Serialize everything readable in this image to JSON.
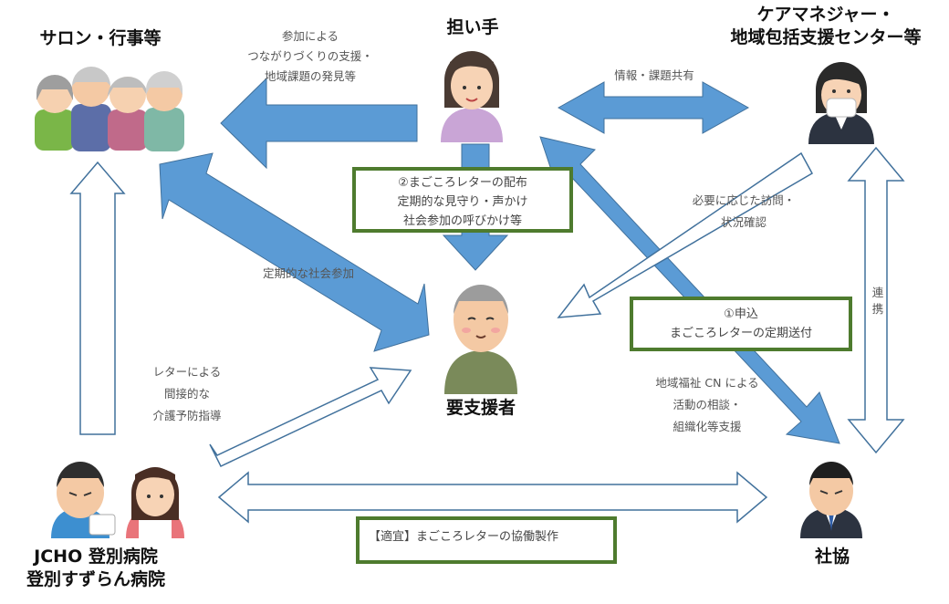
{
  "nodes": {
    "salon": "サロン・行事等",
    "bearer": "担い手",
    "care_line1": "ケアマネジャー・",
    "care_line2": "地域包括支援センター等",
    "recipient": "要支援者",
    "hospital_line1": "JCHO 登別病院",
    "hospital_line2": "登別すずらん病院",
    "council": "社協"
  },
  "notes": {
    "participation": [
      "参加による",
      "つながりづくりの支援・",
      "地域課題の発見等"
    ],
    "info_share": "情報・課題共有",
    "visit": [
      "必要に応じた訪問・",
      "状況確認"
    ],
    "regular_participation": "定期的な社会参加",
    "letter_prevention": [
      "レターによる",
      "間接的な",
      "介護予防指導"
    ],
    "collaboration": "連携",
    "cn_support": [
      "地域福祉 CN による",
      "活動の相談・",
      "組織化等支援"
    ]
  },
  "boxes": {
    "distribution": [
      "②まごころレターの配布",
      "定期的な見守り・声かけ",
      "社会参加の呼びかけ等"
    ],
    "application": [
      "①申込",
      "まごころレターの定期送付"
    ],
    "coproduction": "【適宜】まごころレターの協働製作"
  },
  "colors": {
    "arrow_fill": "#5b9bd5",
    "arrow_outline": "#41719c",
    "box_border": "#4e7b2e"
  }
}
